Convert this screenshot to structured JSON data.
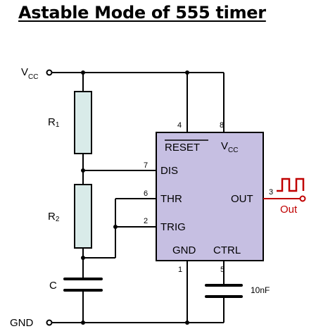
{
  "title": "Astable Mode of 555 timer",
  "labels": {
    "vcc_main": "V",
    "vcc_main_sub": "CC",
    "gnd": "GND",
    "r1": "R",
    "r1_sub": "1",
    "r2": "R",
    "r2_sub": "2",
    "c": "C",
    "cap_value": "10nF",
    "out": "Out"
  },
  "chip": {
    "reset": "RESET",
    "vcc": "V",
    "vcc_sub": "CC",
    "dis": "DIS",
    "thr": "THR",
    "trig": "TRIG",
    "gnd": "GND",
    "ctrl": "CTRL",
    "out": "OUT",
    "pins": {
      "reset": "4",
      "vcc": "8",
      "dis": "7",
      "thr": "6",
      "trig": "2",
      "gnd": "1",
      "ctrl": "5",
      "out": "3"
    }
  },
  "colors": {
    "ic_fill": "#c6bfe2",
    "resistor_fill": "#d9ebe9",
    "output": "#c00000"
  }
}
